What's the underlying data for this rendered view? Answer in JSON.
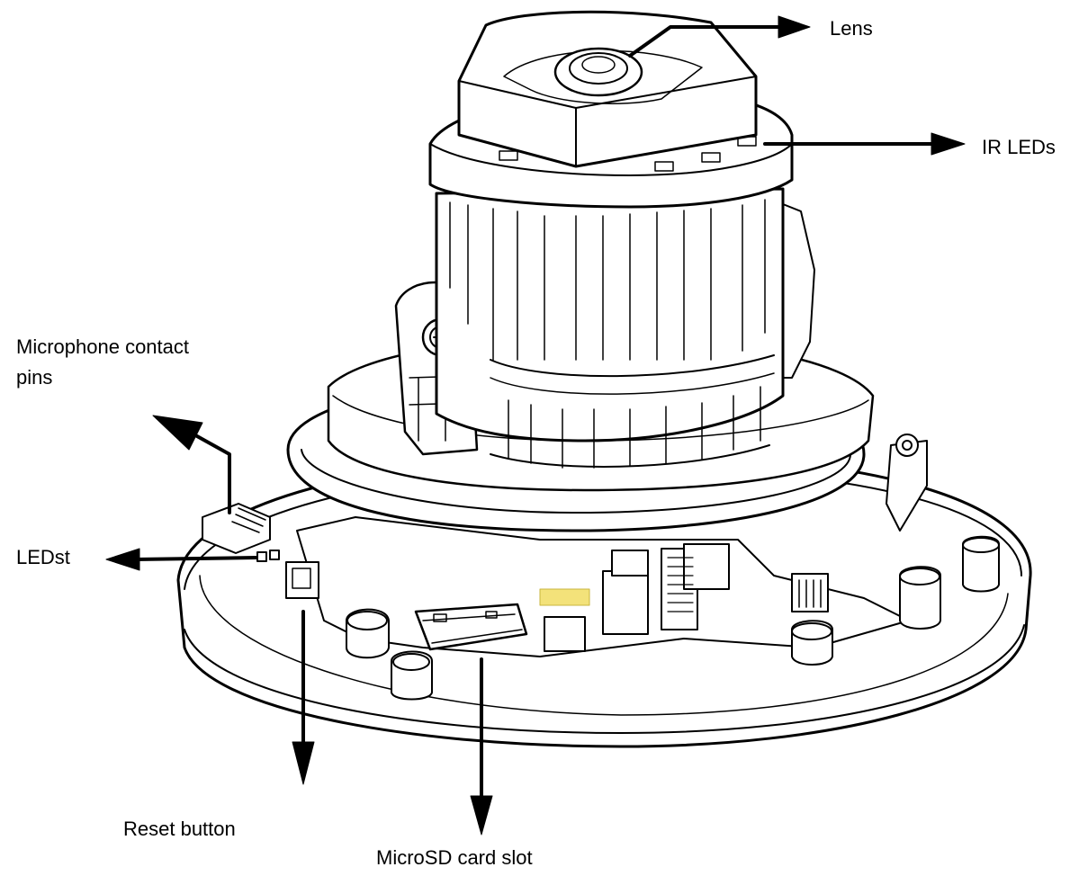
{
  "diagram": {
    "callouts": {
      "lens": "Lens",
      "ir_leds": "IR LEDs",
      "microphone_line1": "Microphone contact",
      "microphone_line2": "pins",
      "leds": "LEDst",
      "reset": "Reset button",
      "microsd": "MicroSD card slot"
    },
    "colors": {
      "line": "#000000",
      "background": "#ffffff",
      "accent_pad": "#f3e27a"
    }
  }
}
